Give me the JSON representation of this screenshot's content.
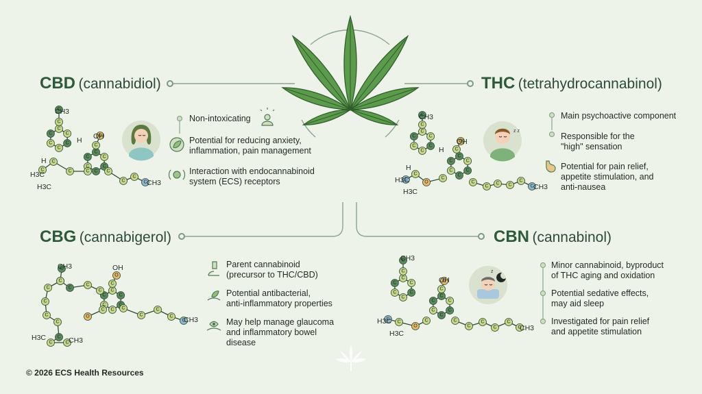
{
  "sections": {
    "cbd": {
      "abbr": "CBD",
      "name": "(cannabidiol)",
      "points": [
        "Non-intoxicating",
        "Potential for reducing anxiety,\ninflammation, pain management",
        "Interaction with endocannabinoid\nsystem (ECS) receptors"
      ]
    },
    "thc": {
      "abbr": "THC",
      "name": "(tetrahydrocannabinol)",
      "points": [
        "Main psychoactive component",
        "Responsible for the\n\"high\" sensation",
        "Potential for pain relief,\nappetite stimulation, and\nanti-nausea"
      ]
    },
    "cbg": {
      "abbr": "CBG",
      "name": "(cannabigerol)",
      "points": [
        "Parent cannabinoid\n(precursor to THC/CBD)",
        "Potential antibacterial,\nanti-inflammatory properties",
        "May help manage glaucoma\nand inflammatory bowel\ndisease"
      ]
    },
    "cbn": {
      "abbr": "CBN",
      "name": "(cannabinol)",
      "points": [
        "Minor cannabinoid, byproduct\nof THC aging and oxidation",
        "Potential sedative effects,\nmay aid sleep",
        "Investigated for pain relief\nand appetite stimulation"
      ]
    }
  },
  "atom_labels": {
    "carbon": "C",
    "oxygen": "O",
    "hydroxyl": "OH",
    "methyl": "CH3",
    "methyl_left": "H3C",
    "hydrogen": "H"
  },
  "icons": {
    "cbd": [
      "person-glow-icon",
      "leaf-shield-icon",
      "receptor-icon"
    ],
    "thc": [
      "psychoactive-icon",
      "high-icon",
      "stomach-icon"
    ],
    "cbg": [
      "microscope-icon",
      "leaf-hand-icon",
      "eye-hand-icon"
    ],
    "cbn": [
      "aging-icon",
      "sleep-icon",
      "pain-relief-icon"
    ],
    "portraits": [
      "calm-woman-avatar",
      "dizzy-man-avatar",
      "sleeping-person-avatar"
    ]
  },
  "colors": {
    "background": "#eef3ea",
    "title_green": "#2d5a3a",
    "leaf_green": "#4f8a44",
    "atom_green": "#5a8a5c",
    "atom_lime": "#c6d98a",
    "atom_blue": "#8fb8d0",
    "atom_orange": "#e8b86a"
  },
  "footer": {
    "copyright": "© 2026 ECS Health Resources"
  }
}
